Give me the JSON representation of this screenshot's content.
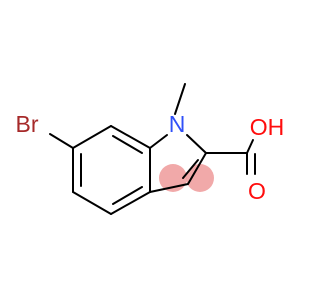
{
  "molecule": {
    "atoms": {
      "bromine": "Br",
      "nitrogen": "N",
      "hydroxyl": "OH",
      "carbonyl_oxygen": "O"
    },
    "colors": {
      "bond": "#000000",
      "bromine": "#a62929",
      "nitrogen": "#3050f8",
      "oxygen": "#ff0d0d",
      "aromatic_highlight": "#f0a0a0"
    }
  }
}
